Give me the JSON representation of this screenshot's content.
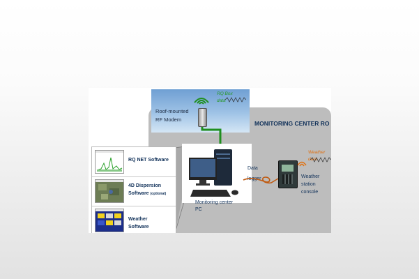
{
  "roof": {
    "label_line1": "Roof-mounted",
    "label_line2": "RF Modem",
    "wave_line1": "RQ Box",
    "wave_line2": "data"
  },
  "room": {
    "title": "MONITORING CENTER RO"
  },
  "software": [
    {
      "title_line1": "RQ NET Software",
      "title_line2": "",
      "note": ""
    },
    {
      "title_line1": "4D Dispersion",
      "title_line2": "Software",
      "note": "(optional)"
    },
    {
      "title_line1": "Weather",
      "title_line2": "Software",
      "note": ""
    }
  ],
  "pc": {
    "label_line1": "Monitoring center",
    "label_line2": "PC"
  },
  "logger": {
    "line1": "Data",
    "line2": "logger"
  },
  "station": {
    "line1": "Weather",
    "line2": "station",
    "line3": "console",
    "wave_line1": "Weather",
    "wave_line2": "data"
  },
  "colors": {
    "room": "#bdbdbd",
    "text_navy": "#12325a",
    "green_signal": "#2a9a2a",
    "orange_signal": "#e07010"
  }
}
